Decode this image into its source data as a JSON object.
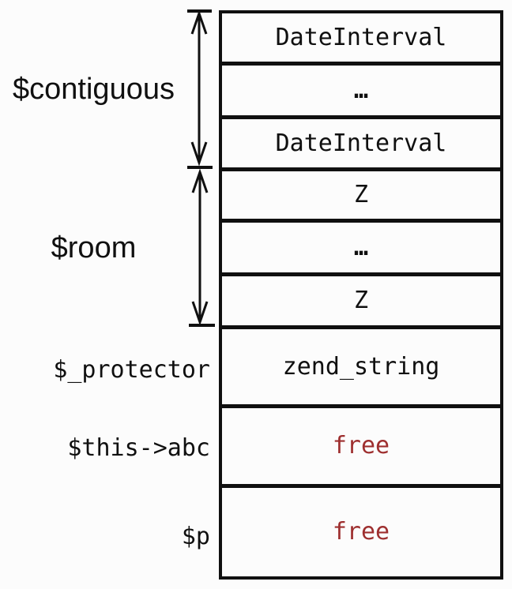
{
  "colors": {
    "ink": "#101010",
    "free": "#9e2f2f",
    "bg": "#fcfcfc"
  },
  "memory_box": {
    "cells": [
      {
        "text": "DateInterval",
        "cls": "cell-text"
      },
      {
        "text": "…",
        "cls": "cell-text ellipsis"
      },
      {
        "text": "DateInterval",
        "cls": "cell-text"
      },
      {
        "text": "Z",
        "cls": "cell-text"
      },
      {
        "text": "…",
        "cls": "cell-text ellipsis"
      },
      {
        "text": "Z",
        "cls": "cell-text"
      },
      {
        "text": "zend_string",
        "cls": "cell-text"
      },
      {
        "text": "free",
        "cls": "cell-text free"
      },
      {
        "text": "free",
        "cls": "cell-text free"
      }
    ]
  },
  "labels": {
    "contiguous": "$contiguous",
    "room": "$room",
    "protector": "$_protector",
    "this_abc": "$this->abc",
    "p": "$p"
  }
}
